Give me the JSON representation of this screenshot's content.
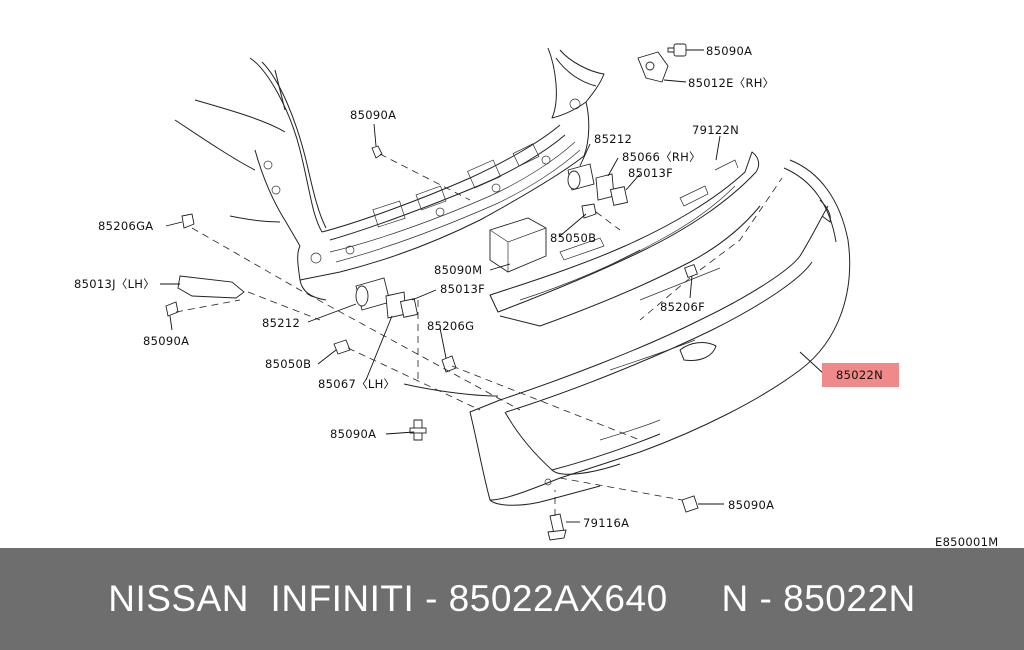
{
  "diagram": {
    "labels": {
      "p85090A_top": "85090A",
      "p85012E": "85012E〈RH〉",
      "p85090A_upper": "85090A",
      "p85212_top": "85212",
      "p79122N": "79122N",
      "p85066": "85066〈RH〉",
      "p85013F_top": "85013F",
      "p85206GA": "85206GA",
      "p85050B_top": "85050B",
      "p85090M": "85090M",
      "p85013J": "85013J〈LH〉",
      "p85013F_mid": "85013F",
      "p85206F": "85206F",
      "p85090A_left": "85090A",
      "p85212_left": "85212",
      "p85206G": "85206G",
      "p85050B_left": "85050B",
      "p85022N": "85022N",
      "p85067": "85067〈LH〉",
      "p85090A_low": "85090A",
      "p85090A_right": "85090A",
      "p79116A": "79116A",
      "code": "E850001M"
    },
    "highlight_color": "#f08a8a"
  },
  "banner": {
    "text": "NISSAN  INFINITI - 85022AX640     N - 85022N",
    "background": "#6e6e6e",
    "text_color": "#ffffff"
  }
}
